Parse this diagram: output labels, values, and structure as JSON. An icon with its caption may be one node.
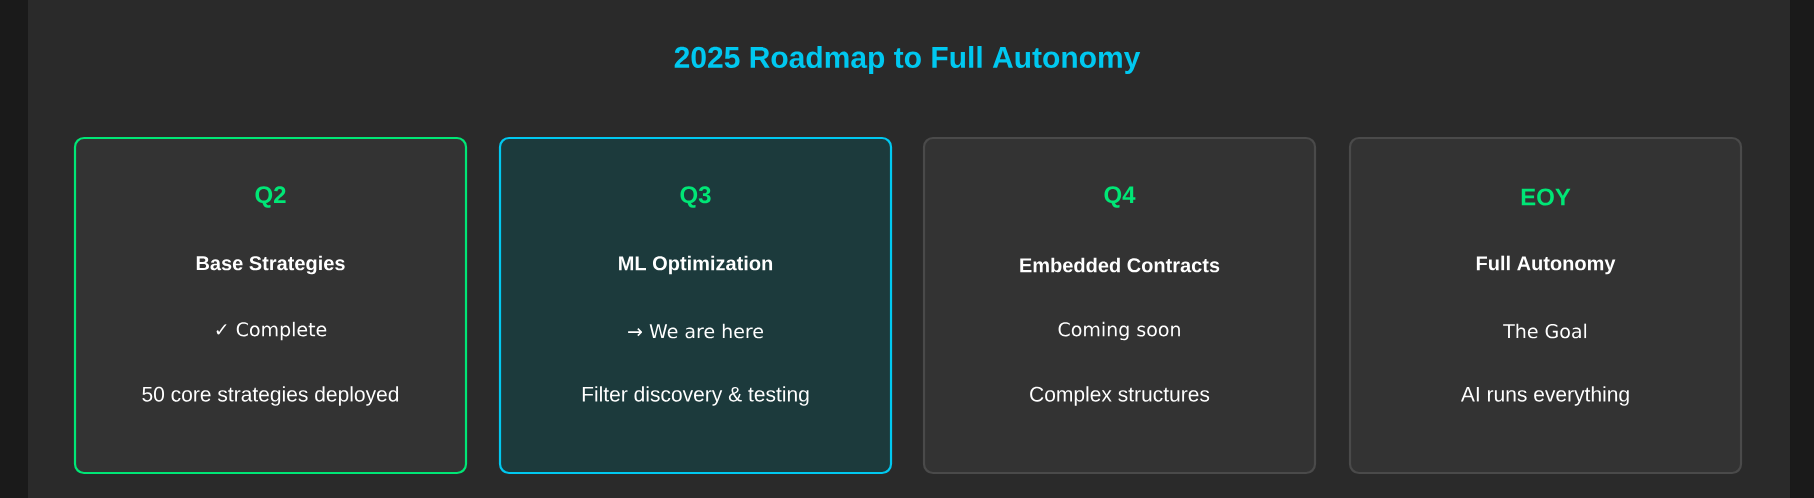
{
  "diagram": {
    "title": "2025 Roadmap to Full Autonomy",
    "nodes": [
      {
        "text": [
          "Q2",
          "Base Strategies",
          "✓ Complete",
          "50 core strategies deployed"
        ]
      },
      {
        "text": [
          "Q3",
          "ML Optimization",
          "→ We are here",
          "Filter discovery & testing"
        ]
      },
      {
        "text": [
          "Q4",
          "Embedded Contracts",
          "Coming soon",
          "Complex structures"
        ]
      },
      {
        "text": [
          "EOY",
          "Full Autonomy",
          "The Goal",
          "AI runs everything"
        ]
      }
    ]
  }
}
